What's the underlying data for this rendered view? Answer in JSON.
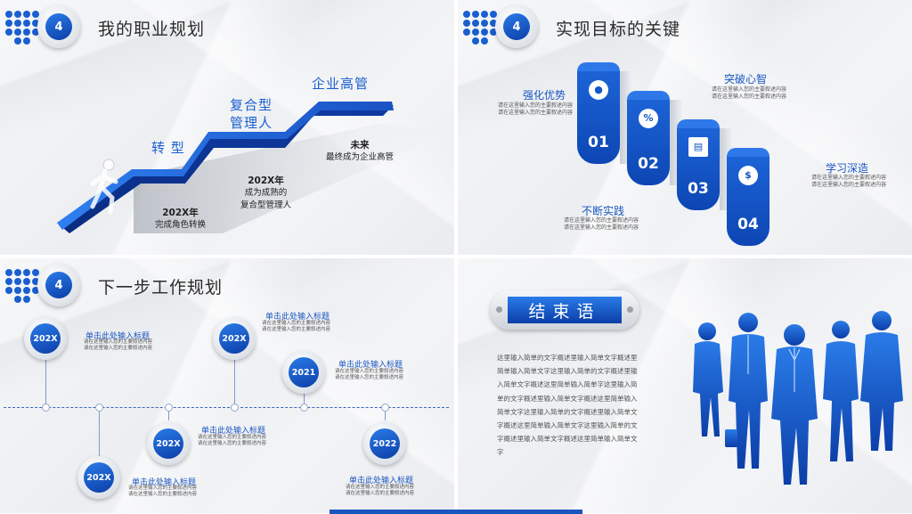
{
  "panel1": {
    "badge": "4",
    "title": "我的职业规划",
    "steps": [
      {
        "label": "转  型"
      },
      {
        "label": "复合型\n管理人"
      },
      {
        "label": "企业高管"
      }
    ],
    "notes": [
      {
        "year": "202X年",
        "text": "完成角色转换"
      },
      {
        "year": "202X年",
        "text": "成为成熟的\n复合型管理人"
      },
      {
        "year": "未来",
        "text": "最终成为企业高管"
      }
    ]
  },
  "panel2": {
    "badge": "4",
    "title": "实现目标的关键",
    "tabs": [
      {
        "num": "01",
        "icon": "user-icon"
      },
      {
        "num": "02",
        "icon": "percent-icon",
        "glyph": "%"
      },
      {
        "num": "03",
        "icon": "document-icon"
      },
      {
        "num": "04",
        "icon": "coins-icon",
        "glyph": "$"
      }
    ],
    "points": [
      {
        "title": "强化优势",
        "desc": "请在这里输入您的主要叙述内容\n请在这里输入您的主要叙述内容"
      },
      {
        "title": "突破心智",
        "desc": "请在这里输入您的主要叙述内容\n请在这里输入您的主要叙述内容"
      },
      {
        "title": "不断实践",
        "desc": "请在这里输入您的主要叙述内容\n请在这里输入您的主要叙述内容"
      },
      {
        "title": "学习深造",
        "desc": "请在这里输入您的主要叙述内容\n请在这里输入您的主要叙述内容"
      }
    ]
  },
  "panel3": {
    "badge": "4",
    "title": "下一步工作规划",
    "events": [
      {
        "year": "202X",
        "title": "单击此处输入标题",
        "desc": "请在这里输入您的主要叙述内容\n请在这里输入您的主要叙述内容"
      },
      {
        "year": "202X",
        "title": "单击此处输入标题",
        "desc": "请在这里输入您的主要叙述内容\n请在这里输入您的主要叙述内容"
      },
      {
        "year": "202X",
        "title": "单击此处输入标题",
        "desc": "请在这里输入您的主要叙述内容\n请在这里输入您的主要叙述内容"
      },
      {
        "year": "202X",
        "title": "单击此处输入标题",
        "desc": "请在这里输入您的主要叙述内容\n请在这里输入您的主要叙述内容"
      },
      {
        "year": "2021",
        "title": "单击此处输入标题",
        "desc": "请在这里输入您的主要叙述内容\n请在这里输入您的主要叙述内容"
      },
      {
        "year": "2022",
        "title": "单击此处输入标题",
        "desc": "请在这里输入您的主要叙述内容\n请在这里输入您的主要叙述内容"
      }
    ]
  },
  "panel4": {
    "heading": "结束语",
    "body": "这里输入简单的文字概述里输入简单文字概述里简单输入简单文字这里输入简单的文字概述里输入简单文字概述这里简单输入简单字这里输入简单的文字概述里输入简单文字概述这里简单输入简单文字这里输入简单的文字概述里输入简单文字概述这里简单输入简单文字这里输入简单的文字概述里输入简单文字概述这里简单输入简单文字"
  },
  "colors": {
    "accent": "#1a5fd0",
    "dark_blue": "#0c3ea8"
  }
}
